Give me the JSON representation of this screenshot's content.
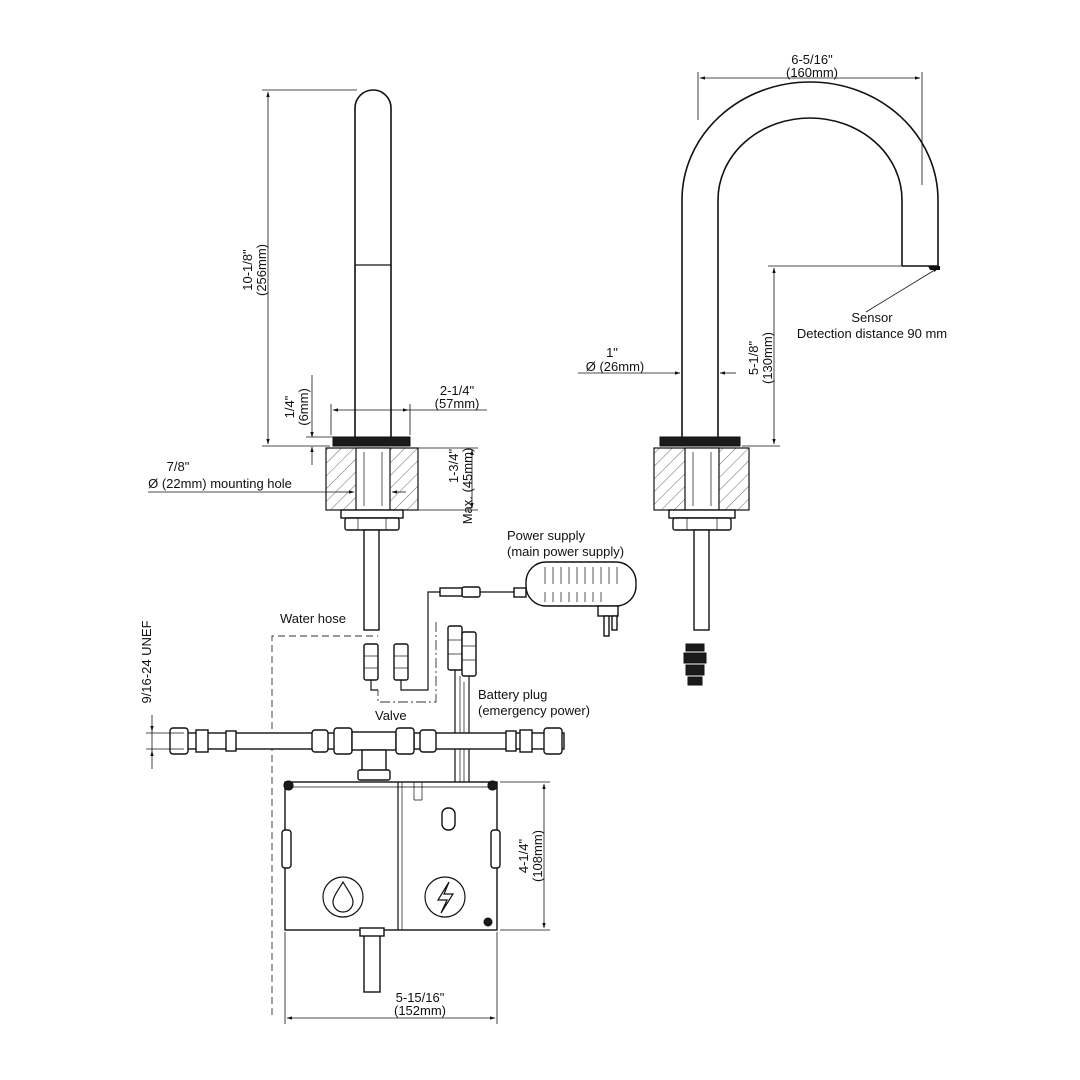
{
  "side_view": {
    "height_in": "10-1/8\"",
    "height_mm": "(256mm)",
    "base_thickness_in": "1/4\"",
    "base_thickness_mm": "(6mm)",
    "base_width_in": "2-1/4\"",
    "base_width_mm": "(57mm)",
    "deck_thickness_in": "1-3/4\"",
    "deck_thickness_mm": "Max. (45mm)",
    "hole_dia_in": "7/8\"",
    "hole_dia_mm": "Ø (22mm) mounting hole"
  },
  "front_view": {
    "reach_in": "6-5/16\"",
    "reach_mm": "(160mm)",
    "sensor_label": "Sensor",
    "detection_label": "Detection distance 90 mm",
    "spout_height_in": "5-1/8\"",
    "spout_height_mm": "(130mm)",
    "tube_dia_in": "1\"",
    "tube_dia_mm": "Ø (26mm)"
  },
  "power": {
    "label_1": "Power supply",
    "label_2": "(main power supply)"
  },
  "water_hose_label": "Water hose",
  "thread_label": "9/16-24 UNEF",
  "valve_label": "Valve",
  "battery": {
    "label_1": "Battery plug",
    "label_2": "(emergency power)"
  },
  "control_box": {
    "height_in": "4-1/4\"",
    "height_mm": "(108mm)",
    "width_in": "5-15/16\"",
    "width_mm": "(152mm)",
    "water_icon": "water-drop-icon",
    "power_icon": "lightning-bolt-icon"
  }
}
